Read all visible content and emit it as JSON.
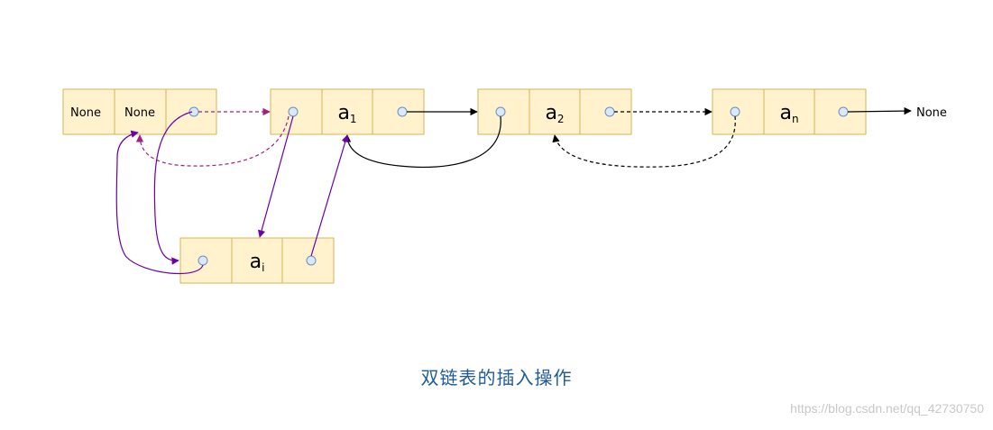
{
  "diagram": {
    "caption": "双链表的插入操作",
    "head_node": {
      "prior": "None",
      "data": "None"
    },
    "nodes": [
      {
        "id": "a1",
        "base": "a",
        "sub": "1"
      },
      {
        "id": "a2",
        "base": "a",
        "sub": "2"
      },
      {
        "id": "an",
        "base": "a",
        "sub": "n"
      },
      {
        "id": "ai",
        "base": "a",
        "sub": "i"
      }
    ],
    "tail_label": "None",
    "watermark": "https://blog.csdn.net/qq_42730750"
  },
  "colors": {
    "node_fill": "#fff2cc",
    "node_stroke": "#d6b656",
    "pointer_dot": "#dae8fc",
    "pointer_dot_stroke": "#6c8ebf",
    "arrow_black": "#000000",
    "arrow_purple": "#6a00a8",
    "arrow_magenta": "#a0217d",
    "caption": "#1f5c99"
  }
}
